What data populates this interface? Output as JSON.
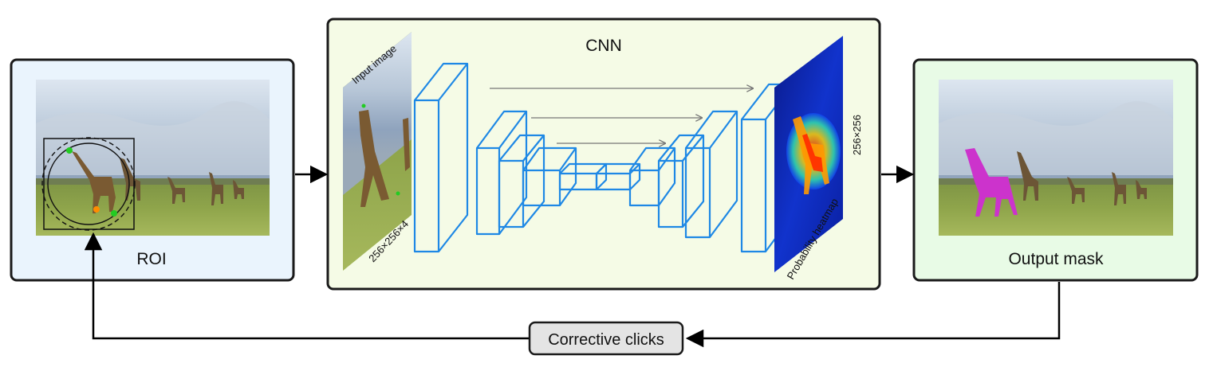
{
  "roi_panel": {
    "label": "ROI"
  },
  "cnn_panel": {
    "title": "CNN",
    "input_label": "Input image",
    "input_dims": "256×256×4",
    "output_label": "Probability heatmap",
    "output_dims": "256×256"
  },
  "output_panel": {
    "label": "Output mask"
  },
  "feedback": {
    "label": "Corrective clicks"
  },
  "colors": {
    "roi_bg": "#eaf4fd",
    "cnn_bg": "#f5fbe6",
    "output_bg": "#e8fbe6",
    "layer_stroke": "#1e88e5",
    "panel_border": "#1a1a1a",
    "click_positive": "#22cc22",
    "click_negative": "#ff8c00",
    "mask": "#cc33cc"
  },
  "icons": [
    "roi-box-icon",
    "click-circle-icon",
    "giraffe-photo",
    "heatmap-image"
  ]
}
